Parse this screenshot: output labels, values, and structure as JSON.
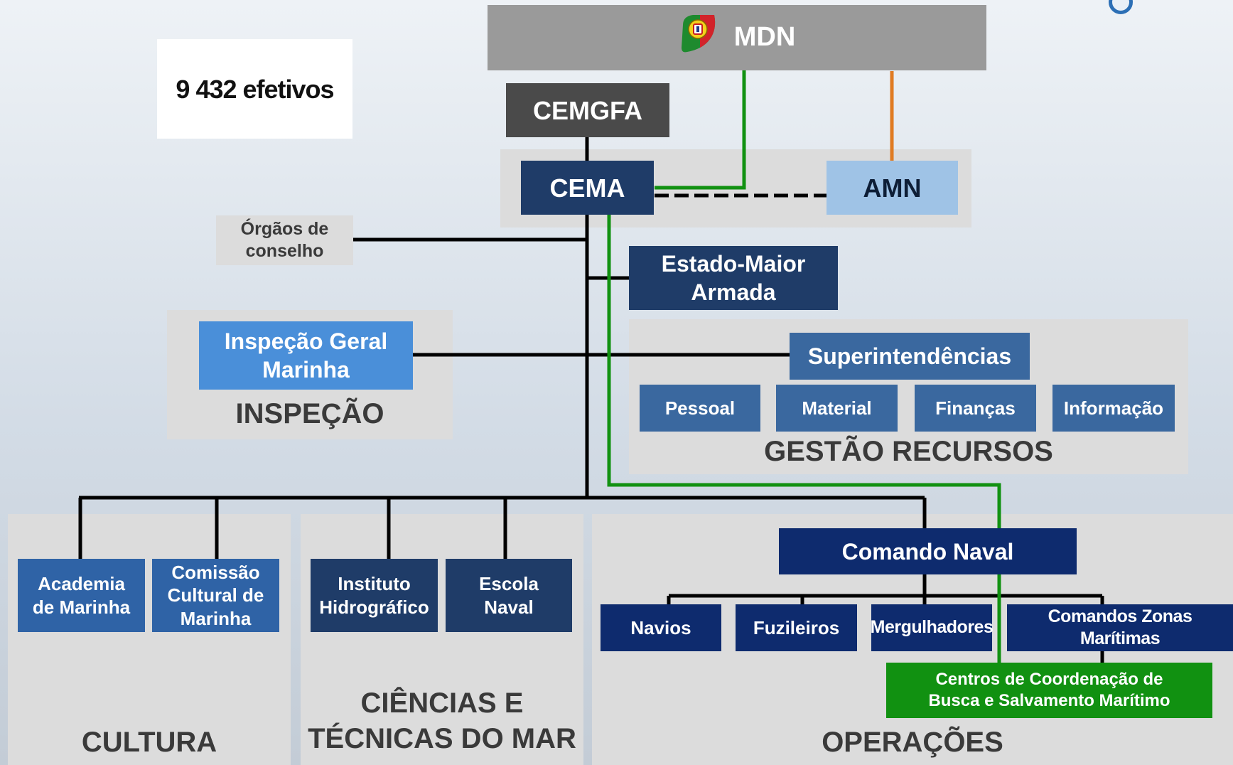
{
  "badge": {
    "text": "9 432 efetivos"
  },
  "top": {
    "mdn": "MDN",
    "cemgfa": "CEMGFA",
    "cema": "CEMA",
    "amn": "AMN"
  },
  "orgaos": {
    "line1": "Órgãos de",
    "line2": "conselho"
  },
  "estado_maior": {
    "line1": "Estado-Maior",
    "line2": "Armada"
  },
  "inspecao": {
    "node_line1": "Inspeção Geral",
    "node_line2": "Marinha",
    "section": "INSPEÇÃO"
  },
  "gestao": {
    "superintendencias": "Superintendências",
    "items": [
      "Pessoal",
      "Material",
      "Finanças",
      "Informação"
    ],
    "section": "GESTÃO RECURSOS"
  },
  "cultura": {
    "academia_line1": "Academia",
    "academia_line2": "de Marinha",
    "comissao_line1": "Comissão",
    "comissao_line2": "Cultural de",
    "comissao_line3": "Marinha",
    "section": "CULTURA"
  },
  "ciencias": {
    "instituto_line1": "Instituto",
    "instituto_line2": "Hidrográfico",
    "escola_line1": "Escola",
    "escola_line2": "Naval",
    "section_line1": "CIÊNCIAS E",
    "section_line2": "TÉCNICAS DO MAR"
  },
  "operacoes": {
    "comando_naval": "Comando Naval",
    "units": [
      "Navios",
      "Fuzileiros",
      "Mergulhadores",
      "Comandos Zonas Marítimas"
    ],
    "centros_line1": "Centros de Coordenação de",
    "centros_line2": "Busca e Salvamento Marítimo",
    "section": "OPERAÇÕES"
  },
  "colors": {
    "command_line": "#000000",
    "green_line": "#119111",
    "orange_line": "#e07b22",
    "dark_blue": "#1f3c68",
    "navy": "#0e2b6e",
    "mid_blue": "#3a689f",
    "sky_blue": "#4a8fd9",
    "pale_blue": "#9fc3e6",
    "green": "#119111",
    "mdn_gray": "#9a9a9a",
    "cemgfa_gray": "#4a4a4a"
  },
  "icons": {
    "mdn_logo": "portugal-flag-emblem-icon",
    "search": "search-icon"
  }
}
